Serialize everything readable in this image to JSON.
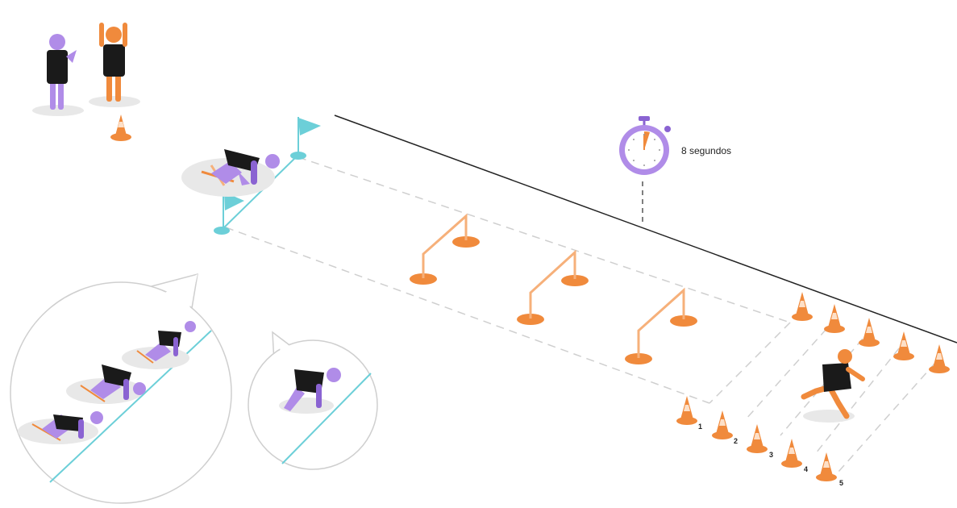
{
  "timer": {
    "label": "8 segundos"
  },
  "lane_numbers": [
    "1",
    "2",
    "3",
    "4",
    "5"
  ],
  "colors": {
    "purple": "#b08ce8",
    "purple_dark": "#8a63d2",
    "orange": "#f08a3c",
    "orange_light": "#f6b07a",
    "teal": "#6ccfd8",
    "black": "#1a1a1a",
    "shadow": "#e8e8e8",
    "line": "#cfcfcf"
  },
  "icons": [
    "stopwatch-icon",
    "flag-icon",
    "cone-icon",
    "hurdle-icon"
  ]
}
